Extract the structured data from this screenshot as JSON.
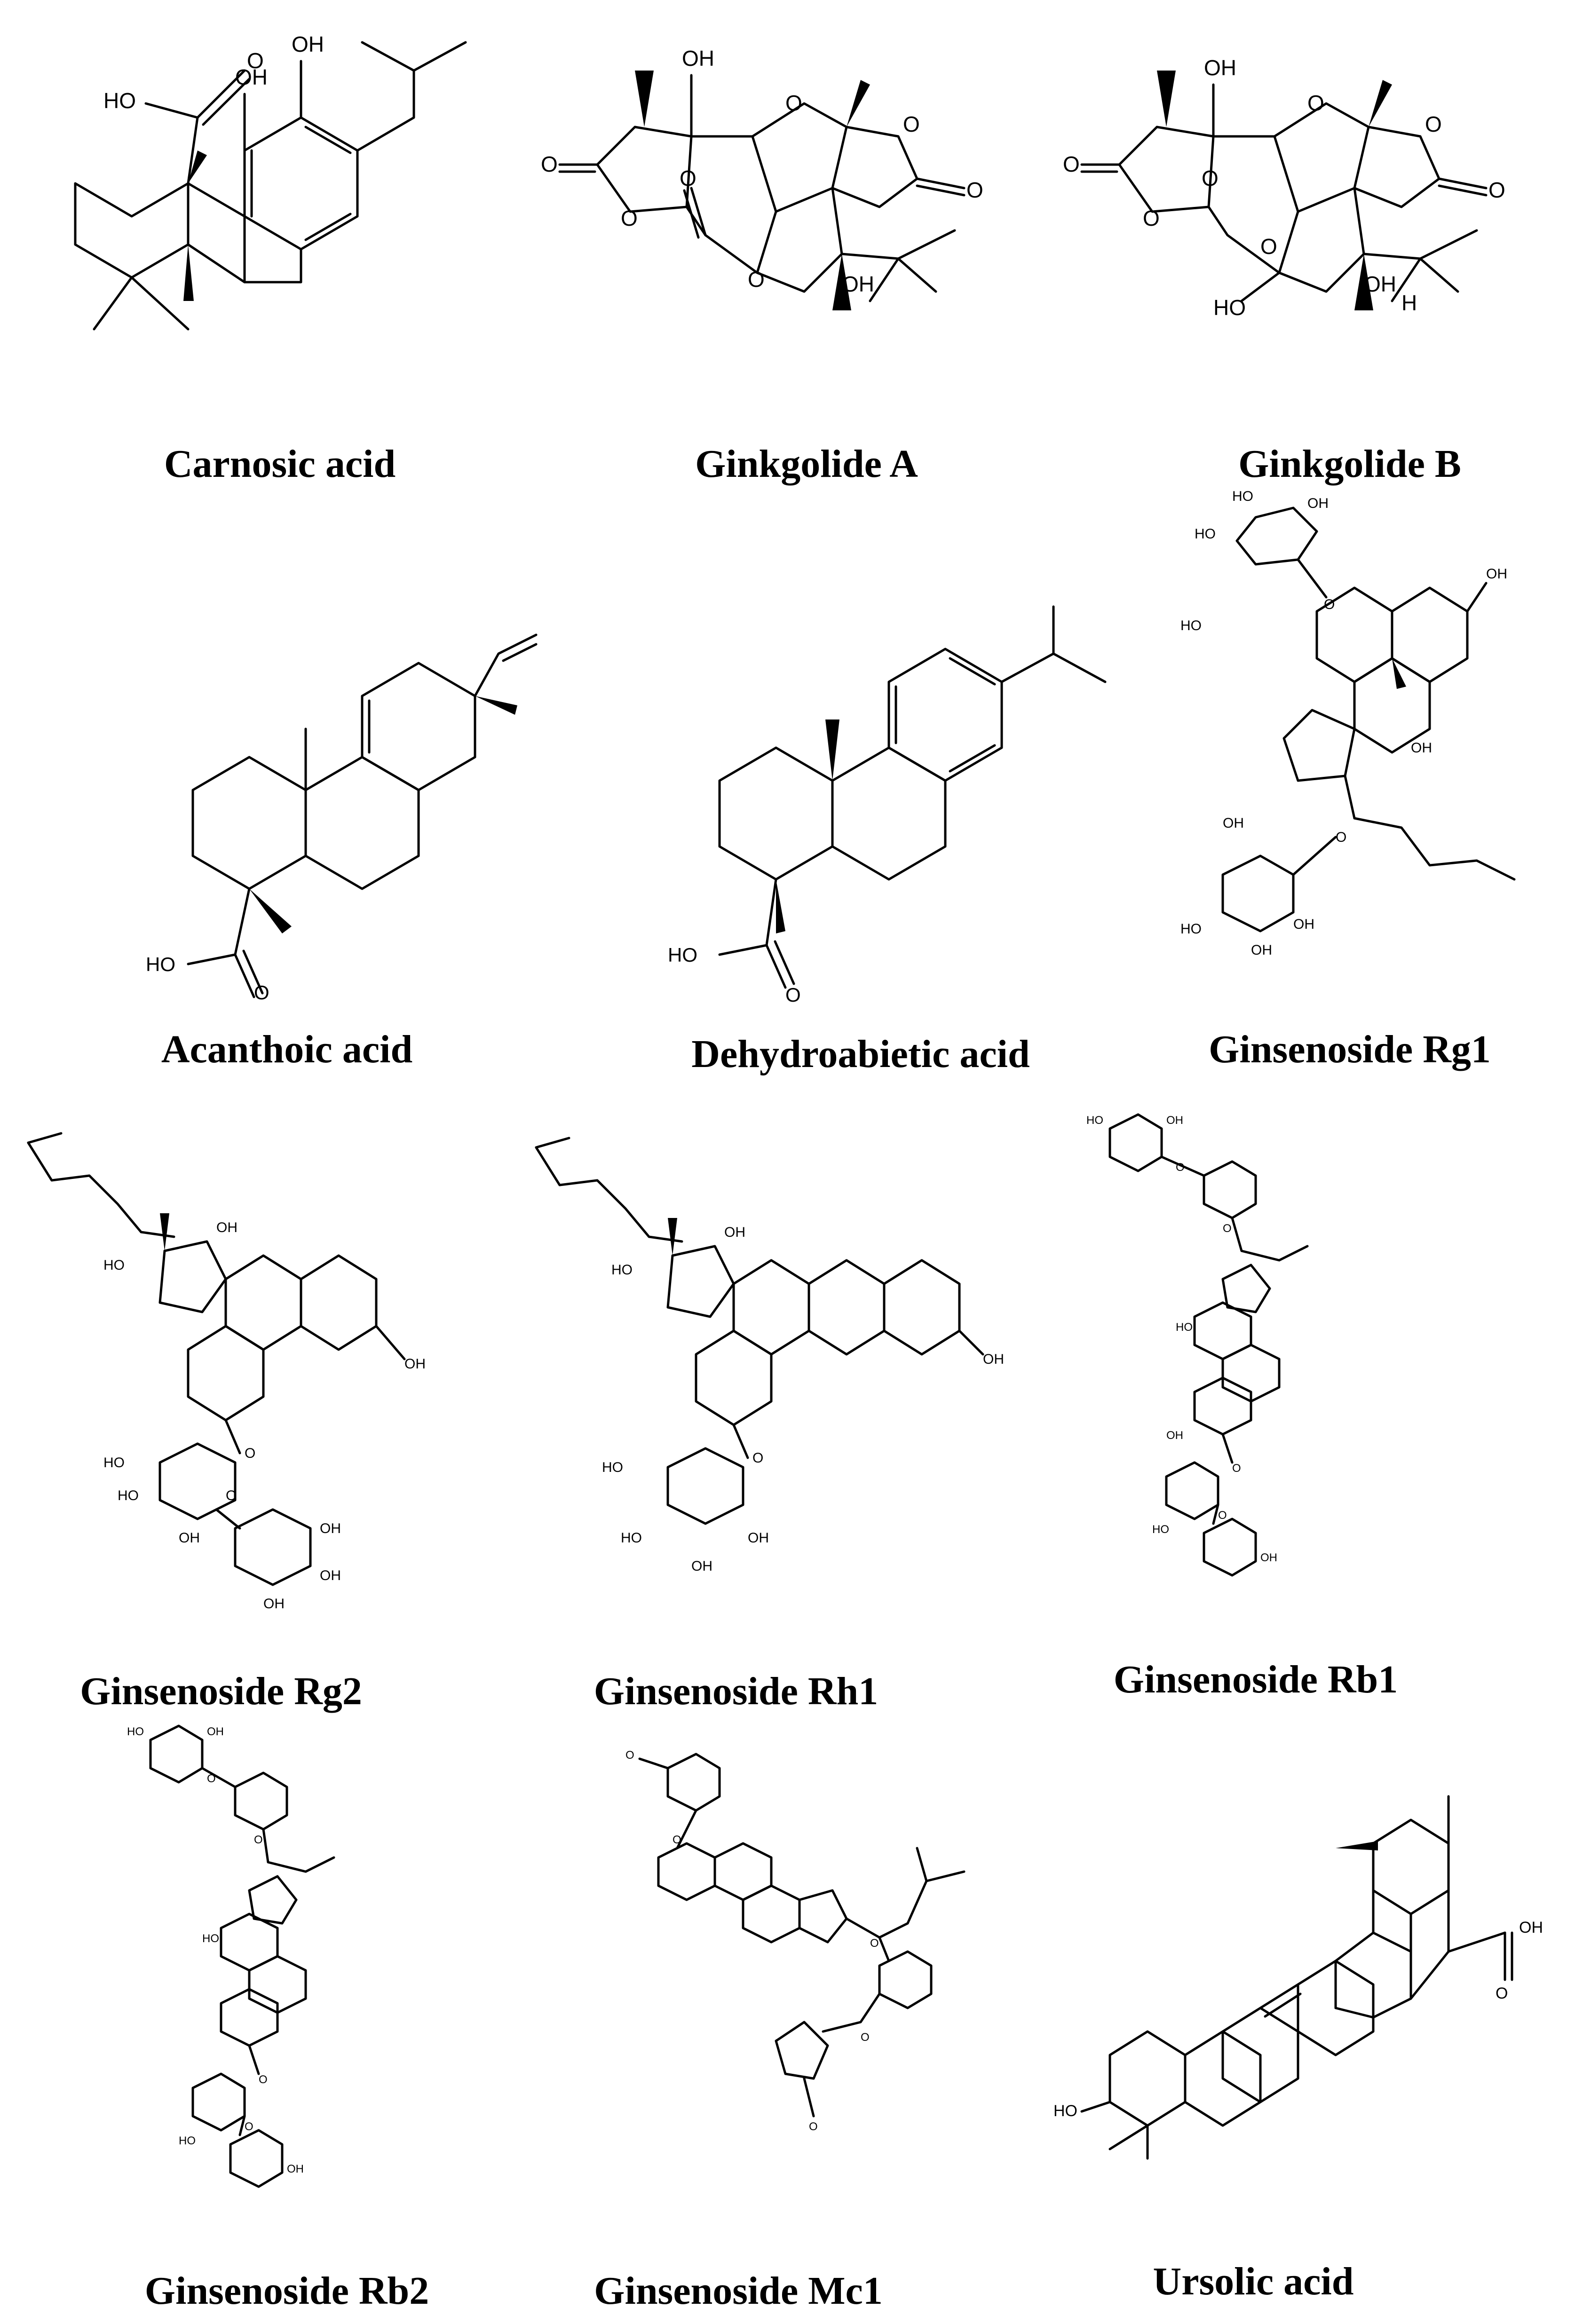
{
  "structures": [
    {
      "name": "Carnosic acid",
      "atom_labels": [
        "OH",
        "OH",
        "HO",
        "O"
      ]
    },
    {
      "name": "Ginkgolide A",
      "atom_labels": [
        "OH",
        "O",
        "O",
        "O",
        "O",
        "O",
        "O",
        "O",
        "OH"
      ]
    },
    {
      "name": "Ginkgolide B",
      "atom_labels": [
        "OH",
        "O",
        "O",
        "O",
        "O",
        "O",
        "O",
        "O",
        "HO",
        "OH",
        "H"
      ]
    },
    {
      "name": "Acanthoic acid",
      "atom_labels": [
        "HO",
        "O"
      ]
    },
    {
      "name": "Dehydroabietic acid",
      "atom_labels": [
        "HO",
        "O"
      ]
    },
    {
      "name": "Ginsenoside Rg1",
      "atom_labels": [
        "HO",
        "HO",
        "OH",
        "HO",
        "O",
        "OH",
        "OH",
        "O",
        "OH",
        "HO",
        "OH",
        "OH"
      ]
    },
    {
      "name": "Ginsenoside Rg2",
      "atom_labels": [
        "HO",
        "OH",
        "OH",
        "HO",
        "O",
        "HO",
        "OH",
        "O",
        "OH",
        "OH",
        "OH"
      ]
    },
    {
      "name": "Ginsenoside Rh1",
      "atom_labels": [
        "HO",
        "OH",
        "OH",
        "O",
        "HO",
        "HO",
        "OH",
        "OH"
      ]
    },
    {
      "name": "Ginsenoside Rb1",
      "atom_labels": [
        "HO",
        "OH",
        "O",
        "O",
        "HO",
        "OH",
        "O",
        "O",
        "HO",
        "OH"
      ]
    },
    {
      "name": "Ginsenoside Rb2",
      "atom_labels": [
        "HO",
        "OH",
        "O",
        "O",
        "HO",
        "O",
        "O",
        "HO",
        "OH"
      ]
    },
    {
      "name": "Ginsenoside Mc1",
      "atom_labels": [
        "O",
        "O",
        "O",
        "O",
        "O"
      ]
    },
    {
      "name": "Ursolic acid",
      "atom_labels": [
        "OH",
        "O",
        "HO"
      ]
    }
  ]
}
